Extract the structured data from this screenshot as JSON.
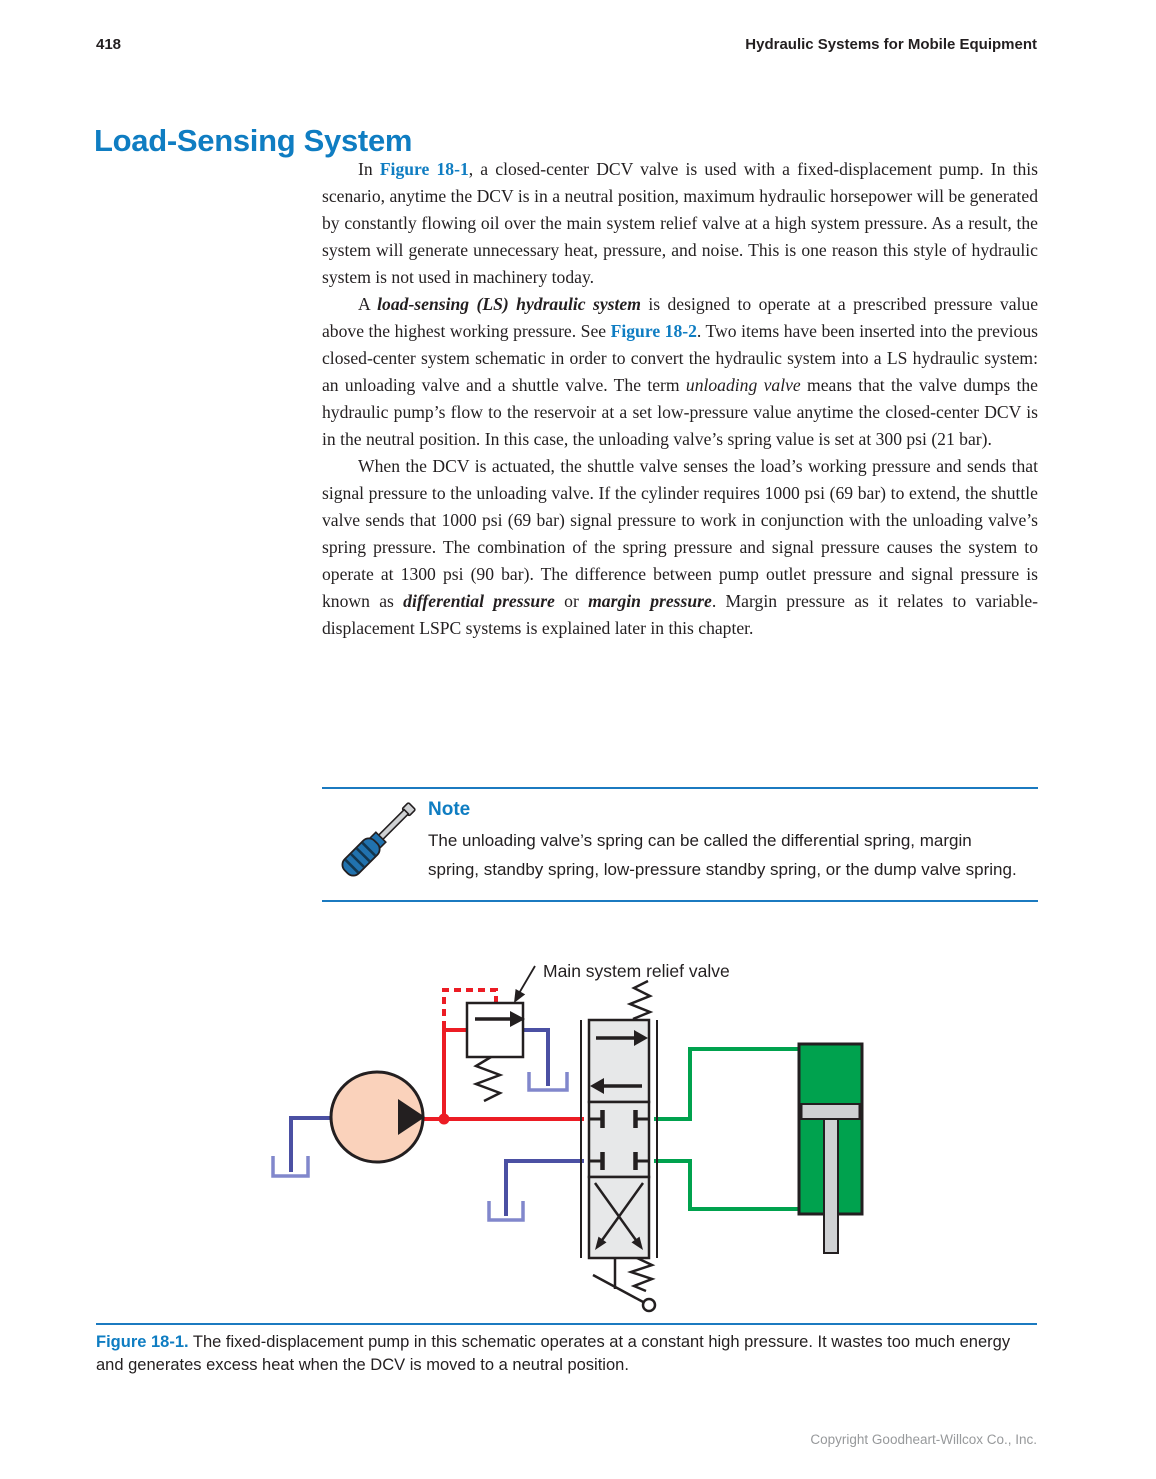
{
  "page_header": {
    "page_number": "418",
    "book_title": "Hydraulic Systems for Mobile Equipment"
  },
  "article": {
    "title": "Load-Sensing System",
    "paragraphs": [
      {
        "runs": [
          {
            "text": "In ",
            "style": "normal"
          },
          {
            "text": "Figure 18-1",
            "style": "bold-blue"
          },
          {
            "text": ", a closed-center DCV valve is used with a fixed-displacement pump. In this scenario, anytime the DCV is in a neutral position, maximum hydraulic horsepower will be generated by constantly flowing oil over the main system relief valve at a high system pressure. As a result, the system will generate unnecessary heat, pressure, and noise. This is one reason this style of hydraulic system is not used in machinery today.",
            "style": "normal"
          }
        ]
      },
      {
        "runs": [
          {
            "text": "A ",
            "style": "normal"
          },
          {
            "text": "load-sensing (LS) hydraulic system",
            "style": "bold-italic"
          },
          {
            "text": " is designed to operate at a prescribed pressure value above the highest working pressure. See ",
            "style": "normal"
          },
          {
            "text": "Figure 18-2",
            "style": "bold-blue"
          },
          {
            "text": ". Two items have been inserted into the previous closed-center system schematic in order to convert the hydraulic system into a LS hydraulic system: an unloading valve and a shuttle valve. The term ",
            "style": "normal"
          },
          {
            "text": "unloading valve",
            "style": "italic"
          },
          {
            "text": " means that the valve dumps the hydraulic pump’s flow to the reservoir at a set low-pressure value anytime the closed-center DCV is in the neutral position. In this case, the unloading valve’s spring value is set at 300 psi (21 bar).",
            "style": "normal"
          }
        ]
      },
      {
        "runs": [
          {
            "text": "When the DCV is actuated, the shuttle valve senses the load’s working pressure and sends that signal pressure to the unloading valve. If the cylinder requires 1000 psi (69 bar) to extend, the shuttle valve sends that 1000 psi (69 bar) signal pressure to work in conjunction with the unloading valve’s spring pressure. The combination of the spring pressure and signal pressure causes the system to operate at 1300 psi (90 bar). The difference between pump outlet pressure and signal pressure is known as ",
            "style": "normal"
          },
          {
            "text": "differential pressure",
            "style": "bold-italic"
          },
          {
            "text": " or ",
            "style": "normal"
          },
          {
            "text": "margin pressure",
            "style": "bold-italic"
          },
          {
            "text": ". Margin pressure as it relates to variable-displacement LSPC systems is explained later in this chapter.",
            "style": "normal"
          }
        ]
      }
    ]
  },
  "note": {
    "label": "Note",
    "text": "The unloading valve’s spring can be called the differential spring, margin spring, standby spring, low-pressure standby spring, or the dump valve spring.",
    "icon": "screwdriver-icon"
  },
  "figure": {
    "callout_label": "Main system relief valve",
    "caption_label": "Figure 18-1.",
    "caption_text": " The fixed-displacement pump in this schematic operates at a constant high pressure. It wastes too much energy and generates excess heat when the DCV is moved to a neutral position.",
    "components": [
      "fixed-displacement-pump",
      "main-system-relief-valve",
      "closed-center-dcv",
      "reservoir-tank",
      "hydraulic-cylinder",
      "shifter-lever",
      "return-spring"
    ]
  },
  "footer": {
    "copyright": "Copyright Goodheart-Willcox Co., Inc."
  },
  "colors": {
    "accent_blue": "#0f7dc2",
    "rule_blue": "#1b7ac0",
    "ink": "#231f20",
    "footer_gray": "#97999b",
    "line_red": "#ec1c24",
    "line_blue": "#4b50a3",
    "tank_blue": "#8187cc",
    "line_green": "#00a24e",
    "pump_fill": "#fad2bb",
    "valve_fill": "#e7e8e9",
    "metal_gray": "#cfd1d3"
  }
}
